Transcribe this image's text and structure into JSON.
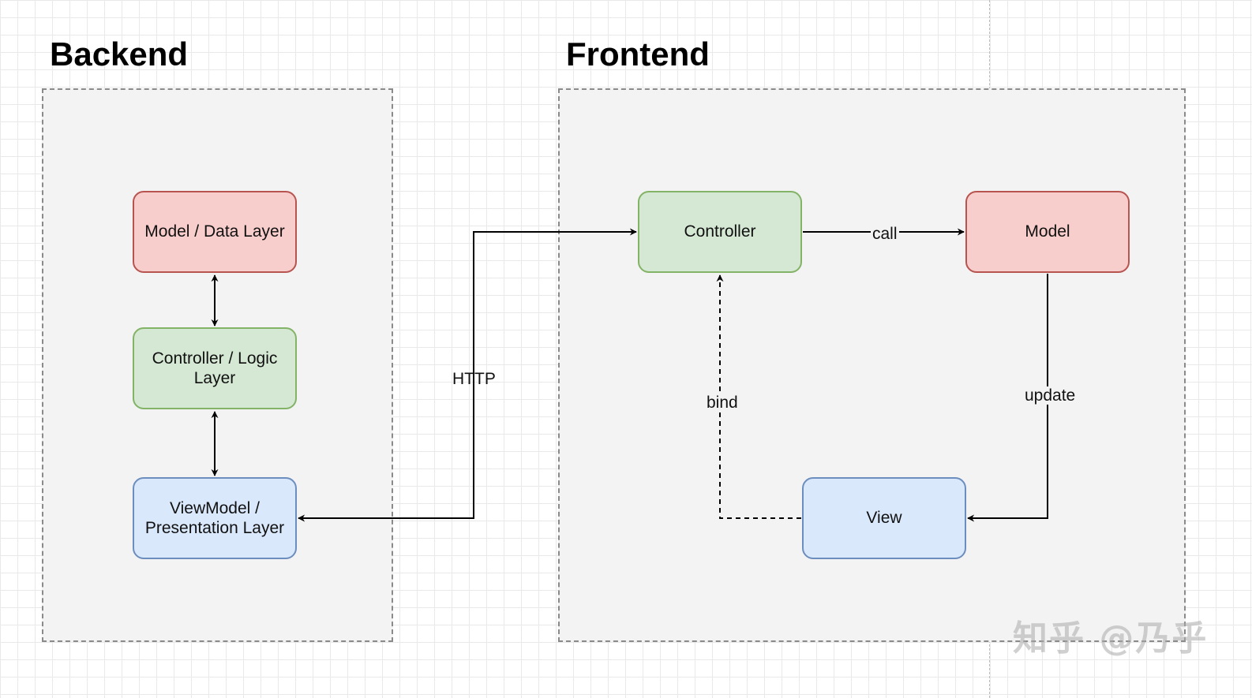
{
  "backend": {
    "title": "Backend",
    "nodes": {
      "model": "Model / Data Layer",
      "controller": "Controller / Logic Layer",
      "viewmodel": "ViewModel / Presentation Layer"
    }
  },
  "frontend": {
    "title": "Frontend",
    "nodes": {
      "controller": "Controller",
      "model": "Model",
      "view": "View"
    }
  },
  "edges": {
    "http": "HTTP",
    "call": "call",
    "update": "update",
    "bind": "bind"
  },
  "watermark": "知乎 @乃乎",
  "colors": {
    "red_fill": "#f8cecc",
    "red_stroke": "#b85450",
    "green_fill": "#d5e8d4",
    "green_stroke": "#82b366",
    "blue_fill": "#dae8fc",
    "blue_stroke": "#6c8ebf"
  }
}
